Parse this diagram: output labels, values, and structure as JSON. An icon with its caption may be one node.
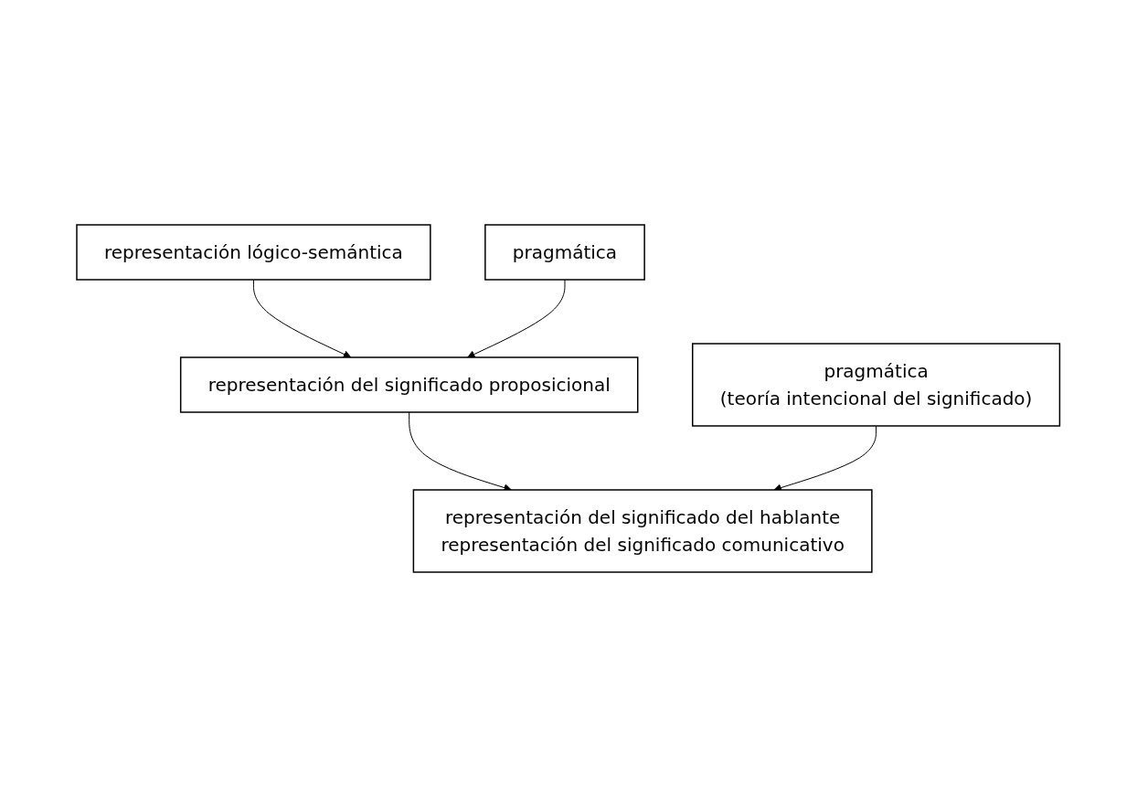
{
  "diagram": {
    "nodes": [
      {
        "text": [
          "representación lógico-semántica"
        ]
      },
      {
        "text": [
          "pragmática"
        ]
      },
      {
        "text": [
          "representación del significado proposicional"
        ]
      },
      {
        "text": [
          "pragmática",
          "(teoría intencional del significado)"
        ]
      },
      {
        "text": [
          "representación del significado del hablante",
          "representación del significado comunicativo"
        ]
      }
    ],
    "edges": [
      {
        "from": 0,
        "to": 2,
        "arrow": "to"
      },
      {
        "from": 1,
        "to": 2,
        "arrow": "to"
      },
      {
        "from": 2,
        "to": 4,
        "arrow": "to"
      },
      {
        "from": 3,
        "to": 4,
        "arrow": "to"
      }
    ]
  }
}
